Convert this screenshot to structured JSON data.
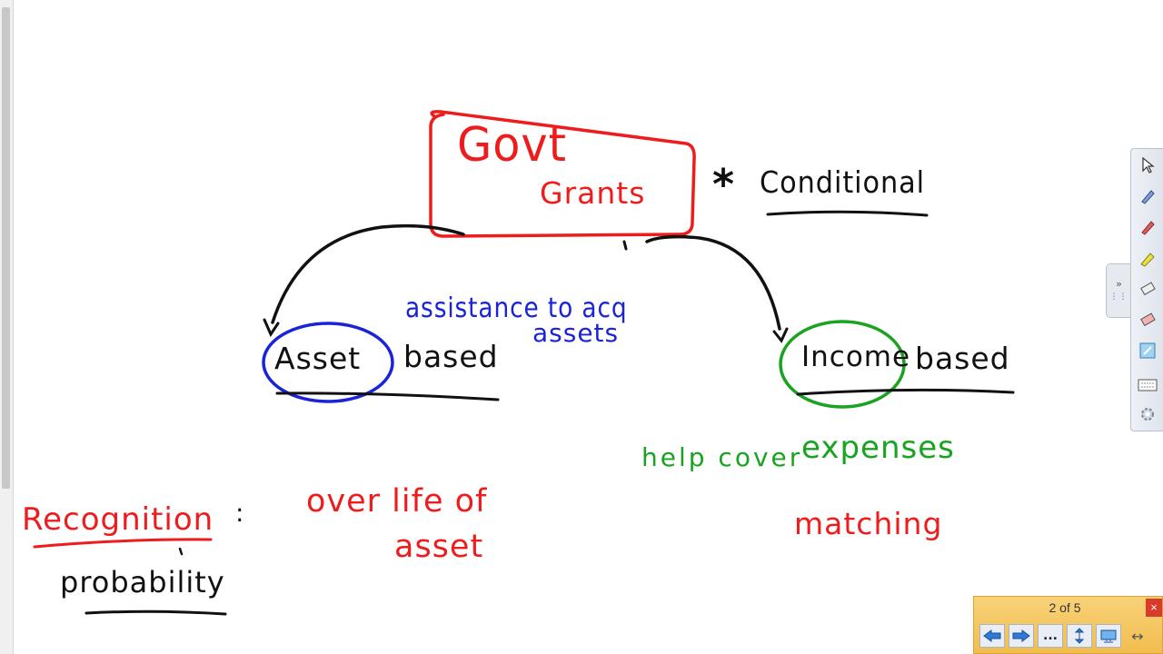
{
  "whiteboard": {
    "title_line1": "Govt",
    "title_line2": "Grants",
    "star": "*",
    "conditional": "Conditional",
    "asset_word": "Asset",
    "asset_based": "based",
    "assistance_line1": "assistance to acq",
    "assistance_line2": "assets",
    "income_word": "Income",
    "income_based": "based",
    "help_cover": "help cover",
    "expenses": "expenses",
    "recognition": "Recognition",
    "colon": ":",
    "over_life_line1": "over life of",
    "over_life_line2": "asset",
    "matching": "matching",
    "probability": "probability"
  },
  "ink_colors": {
    "red": "#ee1c1c",
    "black": "#111111",
    "blue": "#1a24d6",
    "green": "#1aa320"
  },
  "toolbar": {
    "tools": [
      "select-arrow-icon",
      "pen-icon",
      "pen-alt-icon",
      "highlighter-icon",
      "eraser-icon",
      "shape-eraser-icon",
      "text-icon",
      "keyboard-icon",
      "settings-icon"
    ]
  },
  "pager": {
    "page_status": "2 of 5",
    "close_label": "×",
    "more_label": "..."
  }
}
